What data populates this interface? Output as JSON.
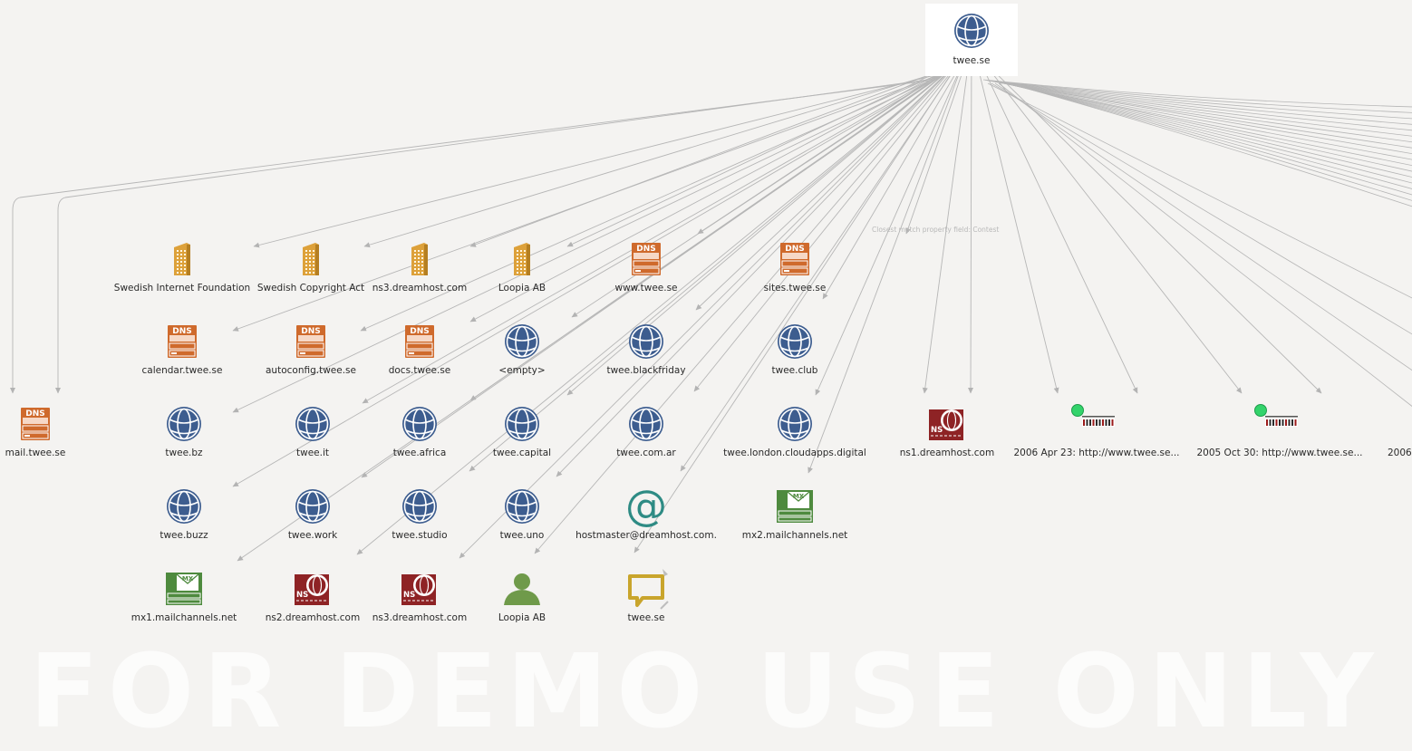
{
  "root": {
    "label": "twee.se",
    "type": "domain"
  },
  "link_label": "Closest match property field: Contest",
  "nodes": [
    {
      "label": "Swedish Internet Foundation",
      "type": "organization"
    },
    {
      "label": "Swedish Copyright Act",
      "type": "organization"
    },
    {
      "label": "ns3.dreamhost.com",
      "type": "organization"
    },
    {
      "label": "Loopia AB",
      "type": "organization"
    },
    {
      "label": "www.twee.se",
      "type": "dns-name"
    },
    {
      "label": "sites.twee.se",
      "type": "dns-name"
    },
    {
      "label": "calendar.twee.se",
      "type": "dns-name"
    },
    {
      "label": "autoconfig.twee.se",
      "type": "dns-name"
    },
    {
      "label": "docs.twee.se",
      "type": "dns-name"
    },
    {
      "label": "<empty>",
      "type": "domain"
    },
    {
      "label": "twee.blackfriday",
      "type": "domain"
    },
    {
      "label": "twee.club",
      "type": "domain"
    },
    {
      "label": "mail.twee.se",
      "type": "dns-name"
    },
    {
      "label": "twee.bz",
      "type": "domain"
    },
    {
      "label": "twee.it",
      "type": "domain"
    },
    {
      "label": "twee.africa",
      "type": "domain"
    },
    {
      "label": "twee.capital",
      "type": "domain"
    },
    {
      "label": "twee.com.ar",
      "type": "domain"
    },
    {
      "label": "twee.london.cloudapps.digital",
      "type": "domain"
    },
    {
      "label": "ns1.dreamhost.com",
      "type": "ns-record"
    },
    {
      "label": "2006 Apr 23: http://www.twee.se...",
      "type": "wayback"
    },
    {
      "label": "2005 Oct 30: http://www.twee.se...",
      "type": "wayback"
    },
    {
      "label": "2006",
      "type": "text-only"
    },
    {
      "label": "twee.buzz",
      "type": "domain"
    },
    {
      "label": "twee.work",
      "type": "domain"
    },
    {
      "label": "twee.studio",
      "type": "domain"
    },
    {
      "label": "twee.uno",
      "type": "domain"
    },
    {
      "label": "hostmaster@dreamhost.com.",
      "type": "email"
    },
    {
      "label": "mx2.mailchannels.net",
      "type": "mx-record"
    },
    {
      "label": "mx1.mailchannels.net",
      "type": "mx-record"
    },
    {
      "label": "ns2.dreamhost.com",
      "type": "ns-record"
    },
    {
      "label": "ns3.dreamhost.com",
      "type": "ns-record"
    },
    {
      "label": "Loopia AB",
      "type": "person"
    },
    {
      "label": "twee.se",
      "type": "phrase"
    }
  ],
  "watermark": "FOR DEMO USE ONLY",
  "colors": {
    "domain": "#3d5d8f",
    "dns": "#cf6a2c",
    "organization": "#dda13a",
    "ns": "#8e2325",
    "mx": "#4e8a3e",
    "email": "#2e8b84",
    "person": "#6f9a4a",
    "phrase": "#c9a52c",
    "edge": "#b6b6b6"
  }
}
